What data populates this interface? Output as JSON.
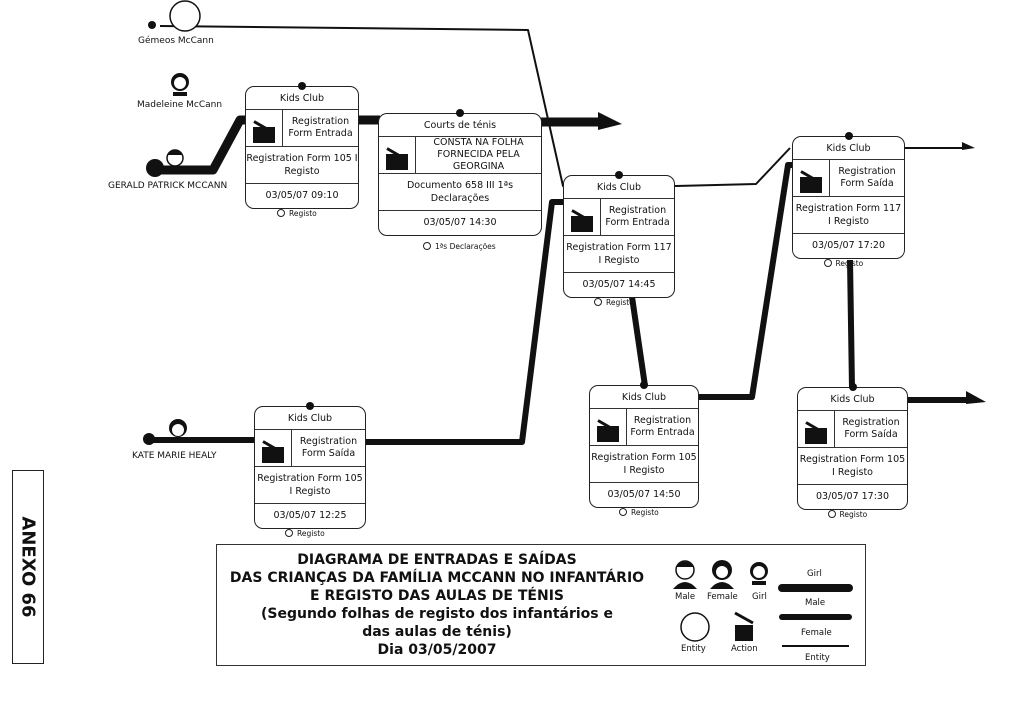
{
  "people": {
    "twins": "Gémeos McCann",
    "madeleine": "Madeleine McCann",
    "gerald": "GERALD PATRICK MCCANN",
    "kate": "KATE MARIE HEALY"
  },
  "cards": [
    {
      "title": "Kids Club",
      "action": "Registration Form Entrada",
      "reference": "Registration Form 105 I Registo",
      "datetime": "03/05/07 09:10",
      "caption": "Registo"
    },
    {
      "title": "Courts de ténis",
      "action": "CONSTA NA FOLHA FORNECIDA PELA GEORGINA",
      "reference": "Documento 658 III 1ªs Declarações",
      "datetime": "03/05/07 14:30",
      "caption": "1ªs Declarações"
    },
    {
      "title": "Kids Club",
      "action": "Registration Form Entrada",
      "reference": "Registration Form 117 I Registo",
      "datetime": "03/05/07 14:45",
      "caption": "Registo"
    },
    {
      "title": "Kids Club",
      "action": "Registration Form Entrada",
      "reference": "Registration Form 105 I Registo",
      "datetime": "03/05/07 14:50",
      "caption": "Registo"
    },
    {
      "title": "Kids Club",
      "action": "Registration Form Saída",
      "reference": "Registration Form 117 I Registo",
      "datetime": "03/05/07 17:20",
      "caption": "Registo"
    },
    {
      "title": "Kids Club",
      "action": "Registration Form Saída",
      "reference": "Registration Form 105 I Registo",
      "datetime": "03/05/07 17:30",
      "caption": "Registo"
    },
    {
      "title": "Kids Club",
      "action": "Registration Form Saída",
      "reference": "Registration Form 105 I Registo",
      "datetime": "03/05/07 12:25",
      "caption": "Registo"
    }
  ],
  "legend": {
    "title_lines": [
      "DIAGRAMA DE ENTRADAS E SAÍDAS",
      "DAS CRIANÇAS DA FAMÍLIA MCCANN NO INFANTÁRIO",
      "E REGISTO DAS AULAS DE TÉNIS",
      "(Segundo folhas de registo dos infantários e",
      "das aulas de ténis)",
      "Dia 03/05/2007"
    ],
    "male": "Male",
    "female": "Female",
    "girl": "Girl",
    "entity": "Entity",
    "action": "Action",
    "line_girl": "Girl",
    "line_male": "Male",
    "line_female": "Female",
    "line_entity": "Entity"
  },
  "annex": "ANEXO 66"
}
